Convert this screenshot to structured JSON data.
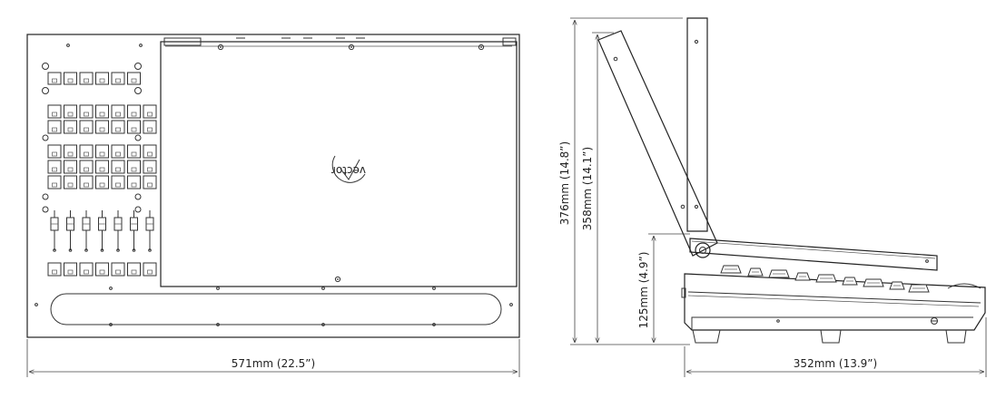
{
  "dimensions": {
    "front_width": "571mm (22.5”)",
    "side_depth": "352mm (13.9”)",
    "height_total": "376mm (14.8”)",
    "height_panel": "358mm (14.1”)",
    "height_base": "125mm (4.9”)"
  },
  "logo": {
    "text": "vector"
  },
  "colors": {
    "line": "#333333",
    "background": "#ffffff"
  }
}
